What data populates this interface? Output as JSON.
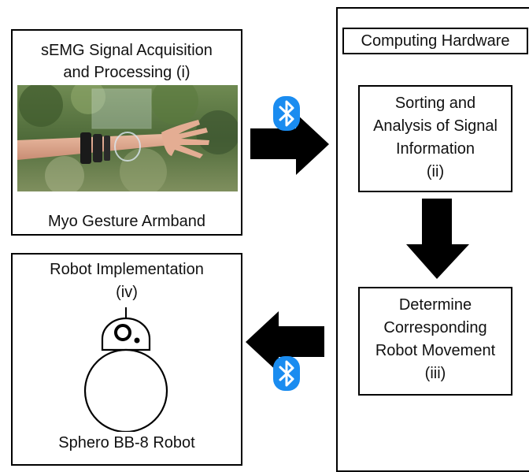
{
  "box_i": {
    "title_line1": "sEMG Signal Acquisition",
    "title_line2": "and Processing (i)",
    "caption": "Myo Gesture Armband"
  },
  "computing": {
    "header": "Computing Hardware",
    "box_ii": {
      "lines": [
        "Sorting and",
        "Analysis of Signal",
        "Information",
        "(ii)"
      ]
    },
    "box_iii": {
      "lines": [
        "Determine",
        "Corresponding",
        "Robot Movement",
        "(iii)"
      ]
    }
  },
  "box_iv": {
    "title_line1": "Robot Implementation",
    "title_line2": "(iv)",
    "caption": "Sphero BB-8 Robot"
  },
  "colors": {
    "bluetooth": "#1a8cf0",
    "arrow": "#000000",
    "border": "#000000"
  },
  "icons": [
    "bluetooth-icon",
    "myo-armband-photo",
    "bb8-robot-drawing"
  ]
}
